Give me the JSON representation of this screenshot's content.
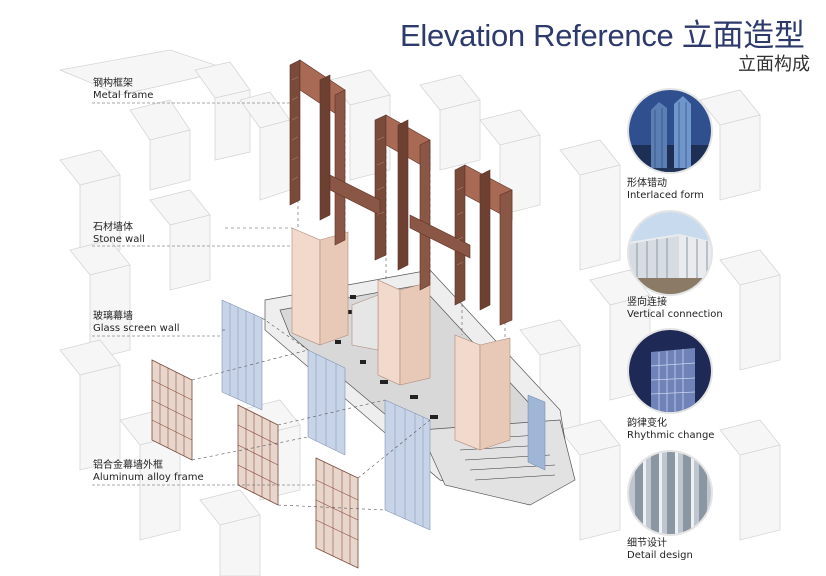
{
  "title": "Elevation Reference 立面造型",
  "subtitle": "立面构成",
  "layers": [
    {
      "cn": "钢构框架",
      "en": "Metal frame"
    },
    {
      "cn": "石材墙体",
      "en": "Stone wall"
    },
    {
      "cn": "玻璃幕墙",
      "en": "Glass screen wall"
    },
    {
      "cn": "铝合金幕墙外框",
      "en": "Aluminum alloy frame"
    }
  ],
  "references": [
    {
      "cn": "形体错动",
      "en": "Interlaced form"
    },
    {
      "cn": "竖向连接",
      "en": "Vertical connection"
    },
    {
      "cn": "韵律变化",
      "en": "Rhythmic change"
    },
    {
      "cn": "细节设计",
      "en": "Detail design"
    }
  ],
  "colors": {
    "title": "#2d3a6b",
    "metal": "#7a4a3a",
    "stone": "#e8c9b8",
    "glass": "#8fa8c8",
    "frame": "#a0604a"
  }
}
